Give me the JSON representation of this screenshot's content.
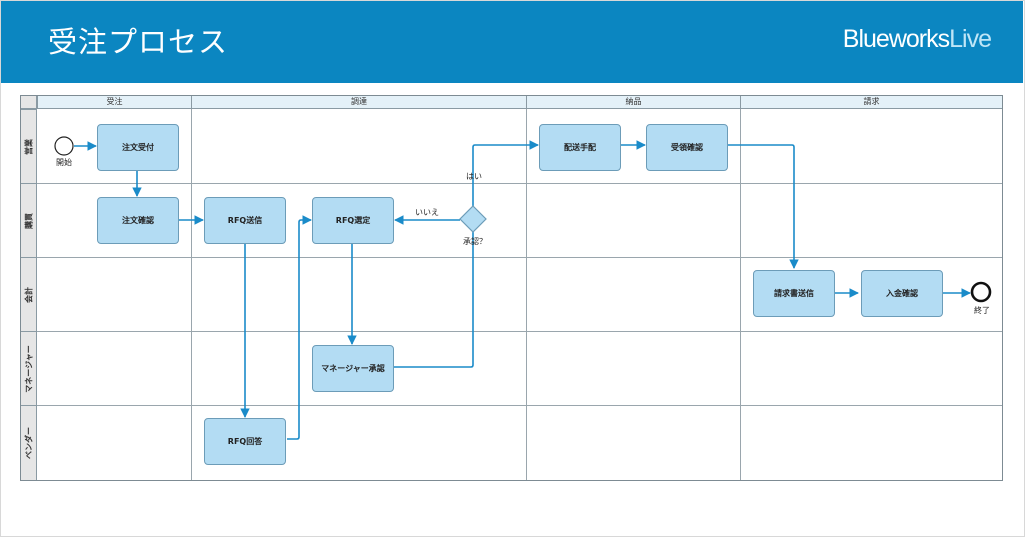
{
  "header": {
    "title": "受注プロセス",
    "brand_main": "Blueworks",
    "brand_accent": "Live",
    "background": "#0b86c1"
  },
  "phases": [
    "受注",
    "調達",
    "納品",
    "請求"
  ],
  "lanes": [
    "営業",
    "購買",
    "会計",
    "マネージャー",
    "ベンダー"
  ],
  "events": {
    "start_label": "開始",
    "end_label": "終了"
  },
  "tasks": {
    "order_receive": "注文受付",
    "order_confirm": "注文確認",
    "rfq_send": "RFQ送信",
    "rfq_select": "RFQ選定",
    "manager_approval": "マネージャー承認",
    "rfq_answer": "RFQ回答",
    "delivery_arrange": "配送手配",
    "receipt_confirm": "受領確認",
    "invoice_send": "請求書送信",
    "payment_confirm": "入金確認"
  },
  "gateway": {
    "label": "承認？",
    "yes_label": "はい",
    "no_label": "いいえ"
  },
  "colors": {
    "task_fill": "#b3dcf3",
    "flow": "#1a8bc9",
    "phase_header": "#e4f1f8",
    "lane_header": "#e6e6e6"
  }
}
